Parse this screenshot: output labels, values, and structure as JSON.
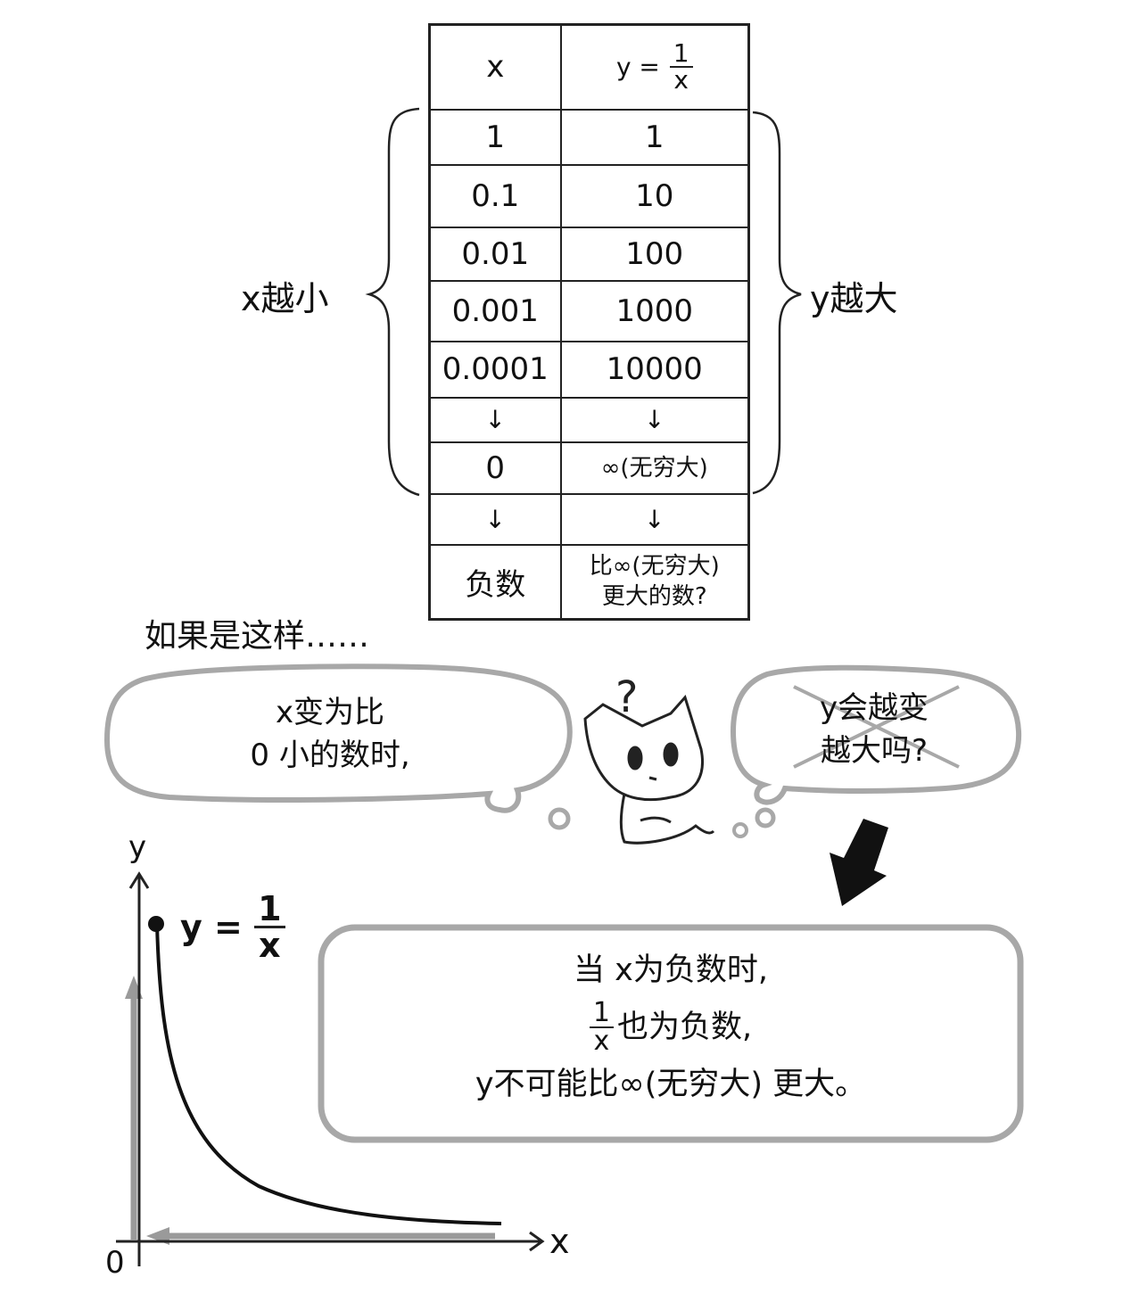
{
  "table": {
    "header_x": "x",
    "header_y_prefix": "y =",
    "header_y_num": "1",
    "header_y_den": "x",
    "rows": [
      {
        "x": "1",
        "y": "1"
      },
      {
        "x": "0.1",
        "y": "10"
      },
      {
        "x": "0.01",
        "y": "100"
      },
      {
        "x": "0.001",
        "y": "1000"
      },
      {
        "x": "0.0001",
        "y": "10000"
      },
      {
        "x": "↓",
        "y": "↓"
      },
      {
        "x": "0",
        "y": "∞(无穷大)"
      },
      {
        "x": "↓",
        "y": "↓"
      }
    ],
    "last_row_x": "负数",
    "last_row_y_line1": "比∞(无穷大)",
    "last_row_y_line2": "更大的数?"
  },
  "left_label": "x越小",
  "right_label": "y越大",
  "intro_text": "如果是这样……",
  "left_bubble": {
    "line1": "x变为比",
    "line2": "0 小的数时,"
  },
  "right_bubble": {
    "line1": "y会越变",
    "line2": "越大吗?"
  },
  "cat_question_mark": "?",
  "graph": {
    "y_axis_label": "y",
    "x_axis_label": "x",
    "origin_label": "0",
    "curve_label_prefix": "y =",
    "curve_label_num": "1",
    "curve_label_den": "x"
  },
  "explanation_box": {
    "line1": "当 x为负数时,",
    "line2_num": "1",
    "line2_den": "x",
    "line2_rest": "也为负数,",
    "line3": "y不可能比∞(无穷大) 更大。"
  },
  "colors": {
    "ink": "#222222",
    "bubble_border": "#a8a8a8",
    "gray_arrow": "#9a9a9a"
  },
  "icons": [
    "left-brace-icon",
    "right-brace-icon",
    "cat-icon",
    "down-arrow-icon",
    "thought-dots-icon"
  ]
}
